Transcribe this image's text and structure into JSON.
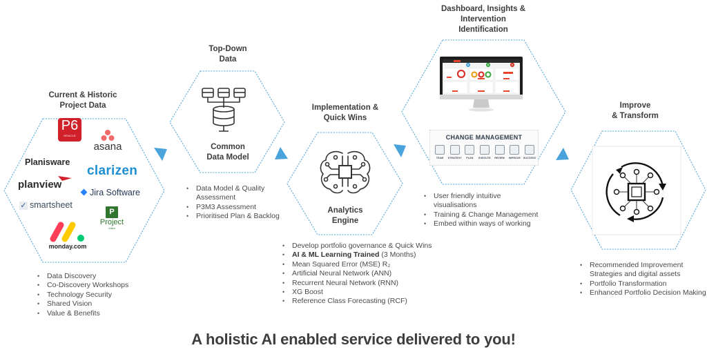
{
  "footer": {
    "tagline": "A holistic AI enabled service delivered to you!"
  },
  "colors": {
    "accent": "#4aa3db",
    "hex_border": "#5aa9d9",
    "text_dark": "#3c3c3c",
    "text_body": "#4a4a4a"
  },
  "stages": [
    {
      "title_line1": "Current & Historic",
      "title_line2": "Project Data",
      "logos": [
        {
          "name": "P6",
          "sub": "ORACLE"
        },
        {
          "name": "asana"
        },
        {
          "name": "Planisware"
        },
        {
          "name": "clarizen"
        },
        {
          "name": "planview"
        },
        {
          "name": "Jira Software"
        },
        {
          "name": "smartsheet"
        },
        {
          "name": "Project",
          "sub": "Online"
        },
        {
          "name": "monday.com"
        }
      ],
      "bullets": [
        "Data Discovery",
        "Co-Discovery Workshops",
        "Technology Security",
        "Shared Vision",
        "Value & Benefits"
      ]
    },
    {
      "title_line1": "Top-Down",
      "title_line2": "Data",
      "icon": "database-hierarchy-icon",
      "hex_label_line1": "Common",
      "hex_label_line2": "Data Model",
      "bullets": [
        "Data Model & Quality Assessment",
        "P3M3 Assessment",
        "Prioritised Plan & Backlog"
      ]
    },
    {
      "title_line1": "Implementation &",
      "title_line2": "Quick Wins",
      "icon": "ai-brain-chip-icon",
      "hex_label_line1": "Analytics",
      "hex_label_line2": "Engine",
      "bullets": [
        {
          "text": "Develop portfolio governance & Quick Wins"
        },
        {
          "bold": "AI & ML Learning Trained",
          "text": " (3 Months)"
        },
        {
          "text": "Mean Squared Error (MSE) R₂"
        },
        {
          "text": "Artificial Neural Network (ANN)"
        },
        {
          "text": "Recurrent Neural Network (RNN)"
        },
        {
          "text": "XG Boost"
        },
        {
          "text": "Reference Class Forecasting (RCF)"
        }
      ]
    },
    {
      "title_line1": "Dashboard, Insights &",
      "title_line2": "Intervention",
      "title_line3": "Identification",
      "change_management": {
        "title": "CHANGE MANAGEMENT",
        "items": [
          "TEAM",
          "STRATEGY",
          "PLAN",
          "EXECUTE",
          "REVIEW",
          "IMPROVE",
          "SUCCESS"
        ]
      },
      "bullets": [
        "User friendly intuitive visualisations",
        "Training & Change Management",
        "Embed within ways of working"
      ]
    },
    {
      "title_line1": "Improve",
      "title_line2": "& Transform",
      "icon": "chip-cycle-icon",
      "bullets": [
        "Recommended Improvement Strategies and digital assets",
        "Portfolio Transformation",
        "Enhanced Portfolio Decision Making"
      ]
    }
  ]
}
